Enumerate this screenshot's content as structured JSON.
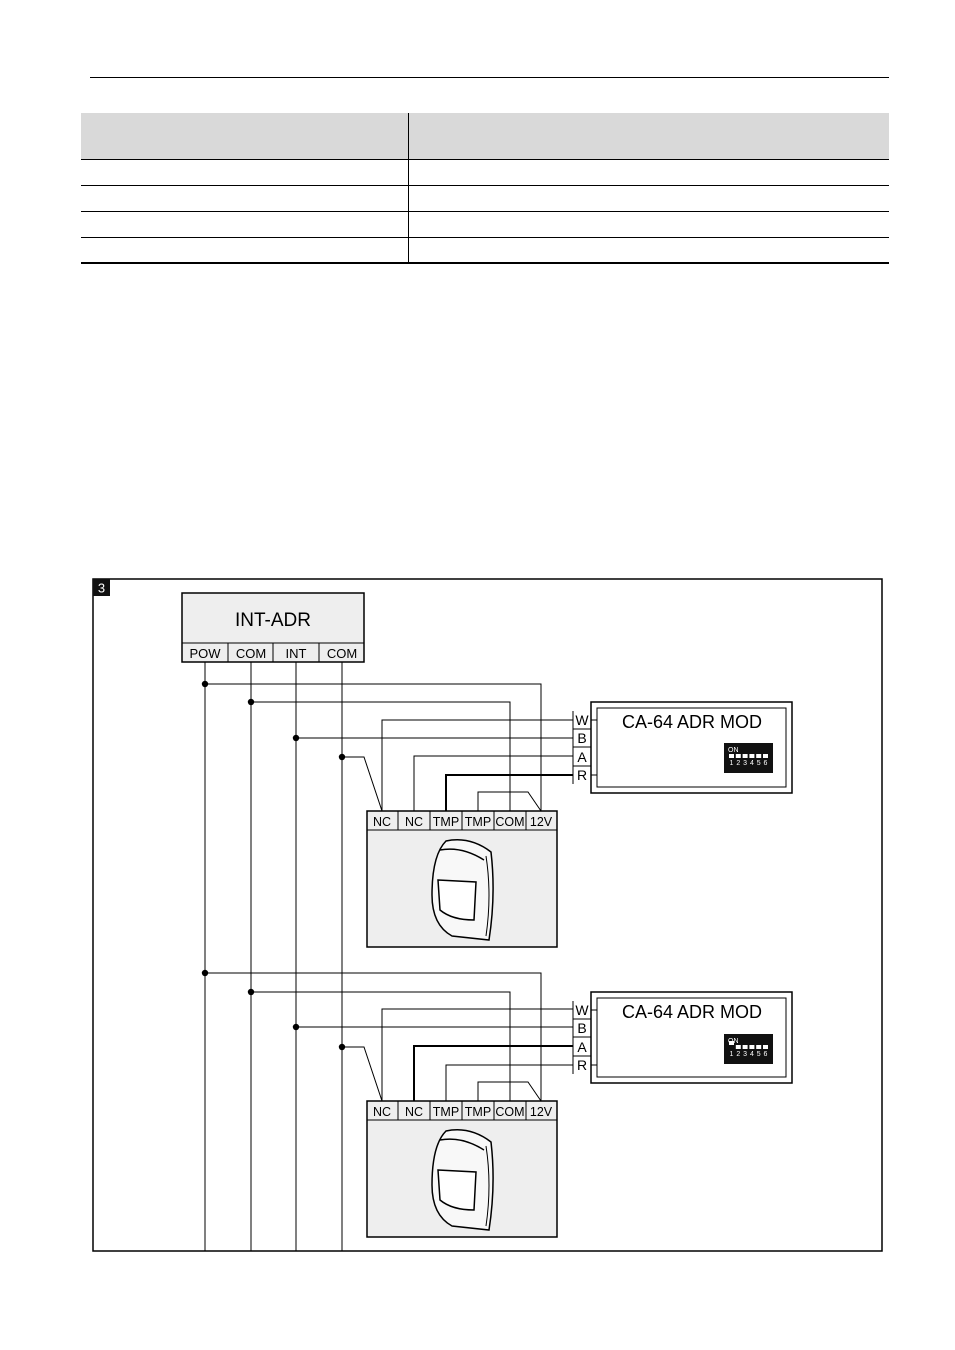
{
  "table": {
    "header": [
      "",
      ""
    ],
    "rows": [
      [
        "",
        ""
      ],
      [
        "",
        ""
      ],
      [
        "",
        ""
      ],
      [
        "",
        ""
      ]
    ]
  },
  "figure": {
    "number": "3",
    "int_adr": {
      "title": "INT-ADR",
      "terminals": [
        "POW",
        "COM",
        "INT",
        "COM"
      ]
    },
    "detectors": [
      {
        "terminals": [
          "NC",
          "NC",
          "TMP",
          "TMP",
          "COM",
          "12V"
        ],
        "module": {
          "title": "CA-64 ADR MOD",
          "terminals": [
            "W",
            "B",
            "A",
            "R"
          ],
          "dip_label": "ON",
          "dip_numbers": [
            "1",
            "2",
            "3",
            "4",
            "5",
            "6"
          ],
          "dip_on": [
            false,
            false,
            false,
            false,
            false,
            false
          ]
        }
      },
      {
        "terminals": [
          "NC",
          "NC",
          "TMP",
          "TMP",
          "COM",
          "12V"
        ],
        "module": {
          "title": "CA-64 ADR MOD",
          "terminals": [
            "W",
            "B",
            "A",
            "R"
          ],
          "dip_label": "ON",
          "dip_numbers": [
            "1",
            "2",
            "3",
            "4",
            "5",
            "6"
          ],
          "dip_on": [
            true,
            false,
            false,
            false,
            false,
            false
          ]
        }
      }
    ]
  }
}
